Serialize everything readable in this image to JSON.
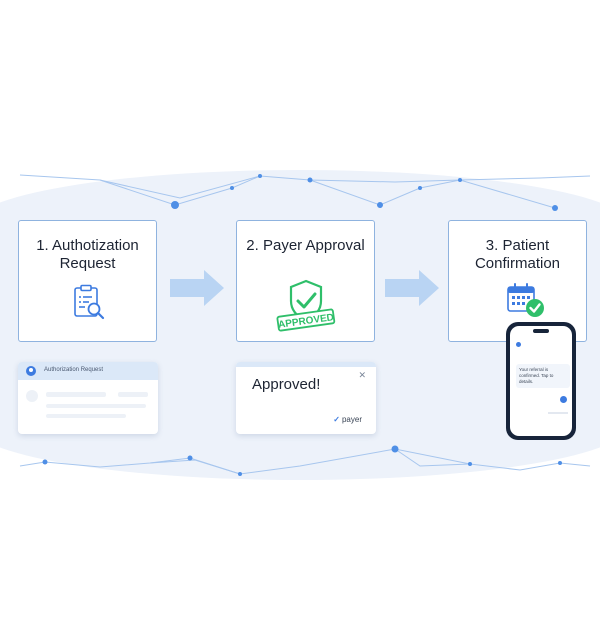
{
  "steps": [
    {
      "title": "1. Authotization Request",
      "icon": "clipboard-search-icon"
    },
    {
      "title": "2. Payer Approval",
      "icon": "shield-check-icon"
    },
    {
      "title": "3. Patient Confirmation",
      "icon": "calendar-check-icon"
    }
  ],
  "stamp": {
    "text": "APPROVED"
  },
  "cards": {
    "request": {
      "title": "Authorization Request"
    },
    "approval": {
      "title": "Approved!",
      "brand": "payer"
    }
  },
  "phone": {
    "message": "Your referral is confirmed. Tap to details."
  },
  "colors": {
    "accent": "#3d7be0",
    "success": "#2fbf6a",
    "border": "#8fb3df",
    "arrow": "#b9d4f3"
  }
}
